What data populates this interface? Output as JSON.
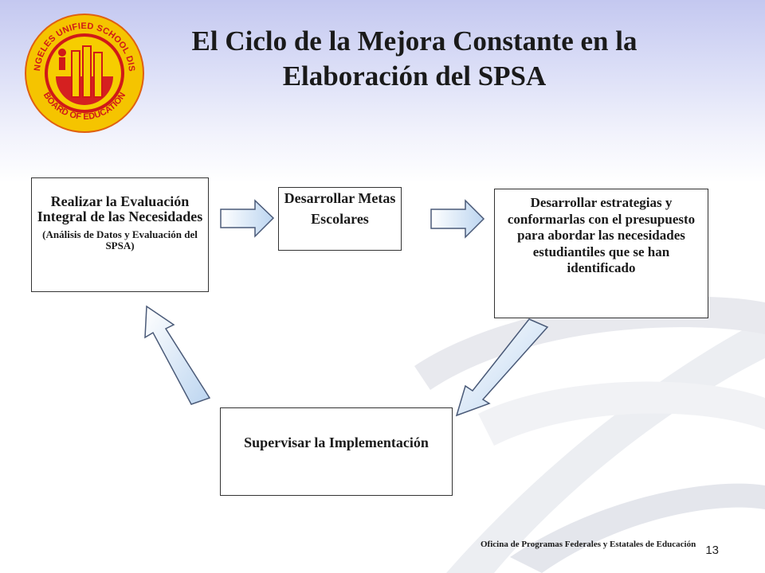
{
  "logo": {
    "ring_text_top": "LOS ANGELES UNIFIED SCHOOL DISTRICT",
    "ring_text_bottom": "BOARD OF EDUCATION",
    "colors": {
      "ring": "#f5c400",
      "ring_edge": "#e06010",
      "text": "#d01818",
      "center_red": "#d52020",
      "center_yellow": "#f6cd00"
    }
  },
  "title": {
    "line1": "El Ciclo de la Mejora Constante en la",
    "line2": "Elaboración del SPSA"
  },
  "boxes": {
    "needs_assessment": {
      "main": "Realizar la Evaluación Integral de las Necesidades",
      "sub": "(Análisis de Datos y Evaluación del SPSA)"
    },
    "goals": {
      "text": "Desarrollar Metas Escolares"
    },
    "strategies": {
      "text": "Desarrollar estrategias y conformarlas con el presupuesto para abordar las necesidades estudiantiles que se han identificado"
    },
    "monitor": {
      "text": "Supervisar la Implementación"
    }
  },
  "arrow_style": {
    "fill_light": "#ffffff",
    "fill_dark": "#bcd5f0",
    "stroke": "#4a5a78"
  },
  "footer": {
    "office": "Oficina de Programas Federales y Estatales de Educación",
    "page_number": "13"
  }
}
